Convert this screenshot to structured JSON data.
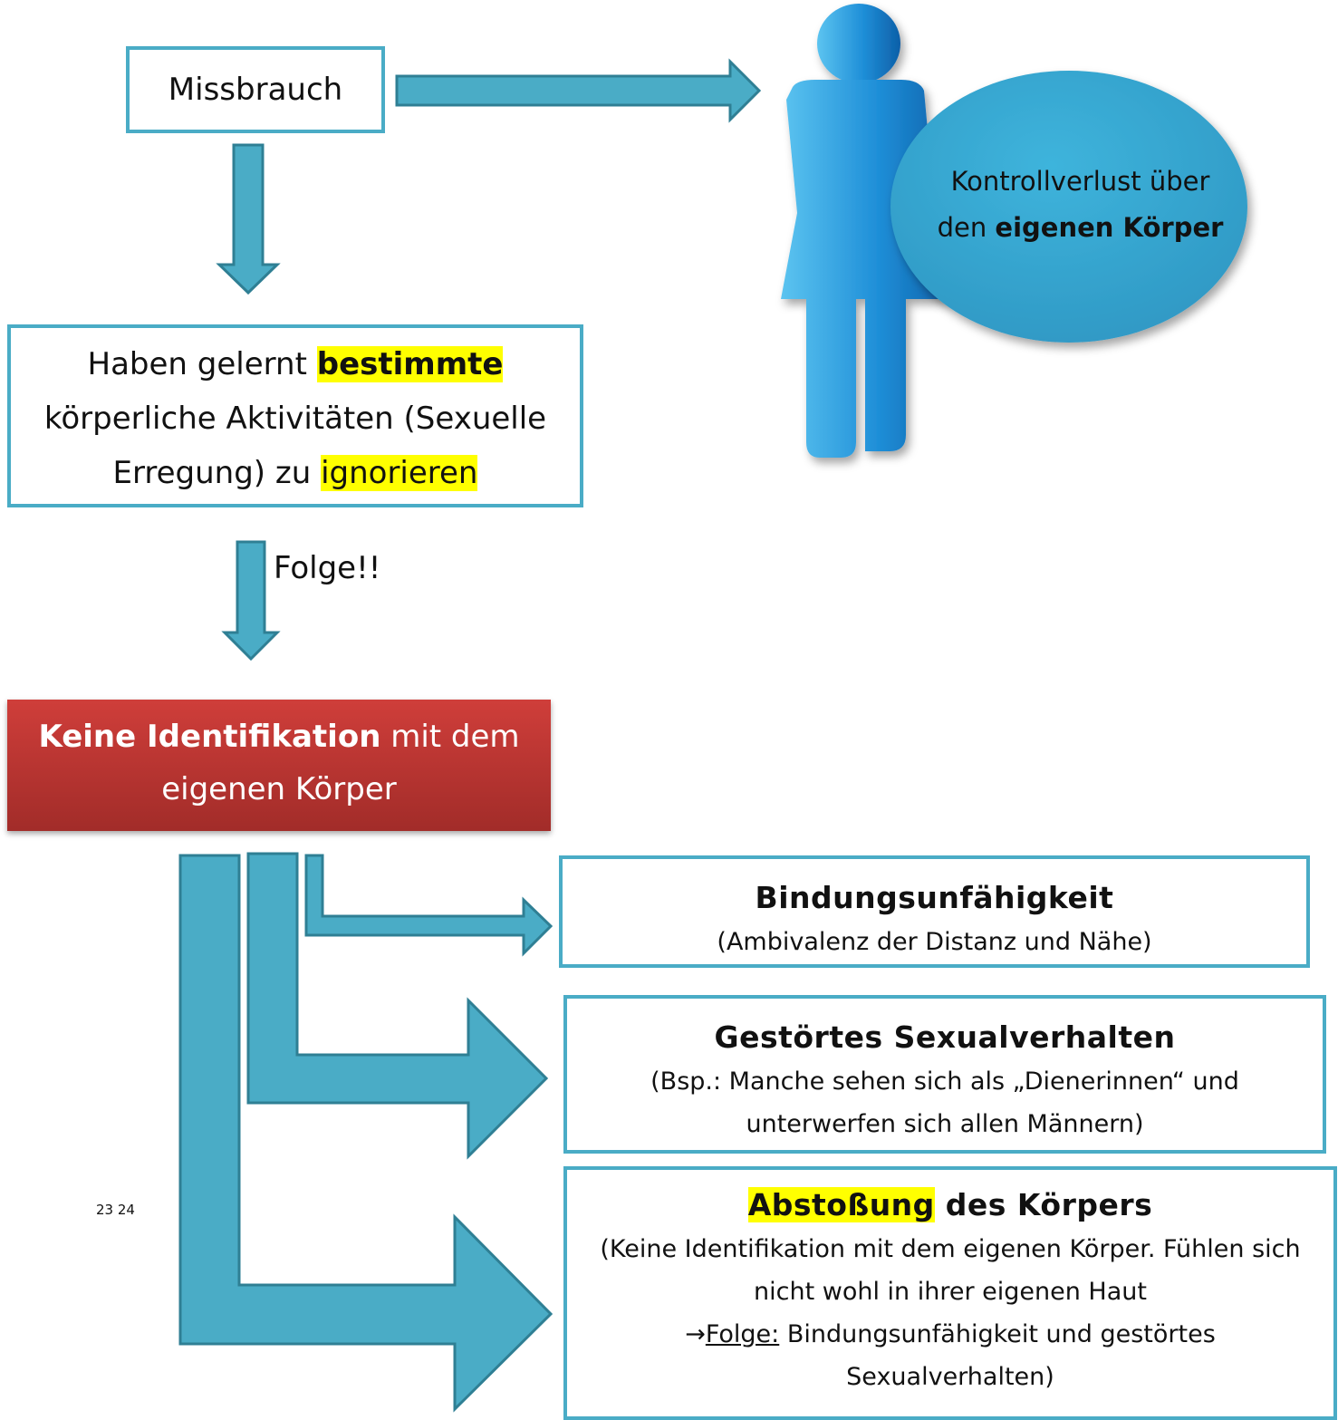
{
  "boxes": {
    "missbrauch": "Missbrauch",
    "gelernt": {
      "line1_pre": "Haben gelernt ",
      "line1_hl": "bestimmte",
      "line2": "körperliche Aktivitäten (Sexuelle",
      "line3_pre": "Erregung) zu ",
      "line3_hl": "ignorieren"
    },
    "keine": {
      "bold": "Keine Identifikation",
      "rest": " mit dem",
      "line2": "eigenen Körper"
    }
  },
  "arrow_label": "Folge!!",
  "bubble": {
    "line1": "Kontrollverlust über",
    "line2_pre": "den ",
    "line2_bold": "eigenen Körper"
  },
  "outcomes": {
    "bindung": {
      "title": "Bindungsunfähigkeit",
      "desc": "(Ambivalenz der Distanz und Nähe)"
    },
    "gestoert": {
      "title": "Gestörtes Sexualverhalten",
      "desc1": "(Bsp.: Manche sehen sich als „Dienerinnen“ und",
      "desc2": "unterwerfen sich allen Männern)"
    },
    "abstoss": {
      "title_hl": "Abstoßung",
      "title_rest": " des Körpers",
      "desc1": "(Keine Identifikation mit dem eigenen Körper. Fühlen sich",
      "desc2": "nicht wohl in ihrer eigenen Haut",
      "arrow_glyph": "→",
      "folge_label": "Folge:",
      "desc3_rest": " Bindungsunfähigkeit und gestörtes",
      "desc4": "Sexualverhalten)"
    }
  },
  "footnote": "23 24",
  "colors": {
    "arrow": "#4aacc6",
    "arrow_stroke": "#2f7f94",
    "box_border": "#4aacc6",
    "red_box": "#c0393a",
    "figure": "#1e8fd6",
    "bubble": "#3aa7d1",
    "highlight": "#ffff00"
  }
}
